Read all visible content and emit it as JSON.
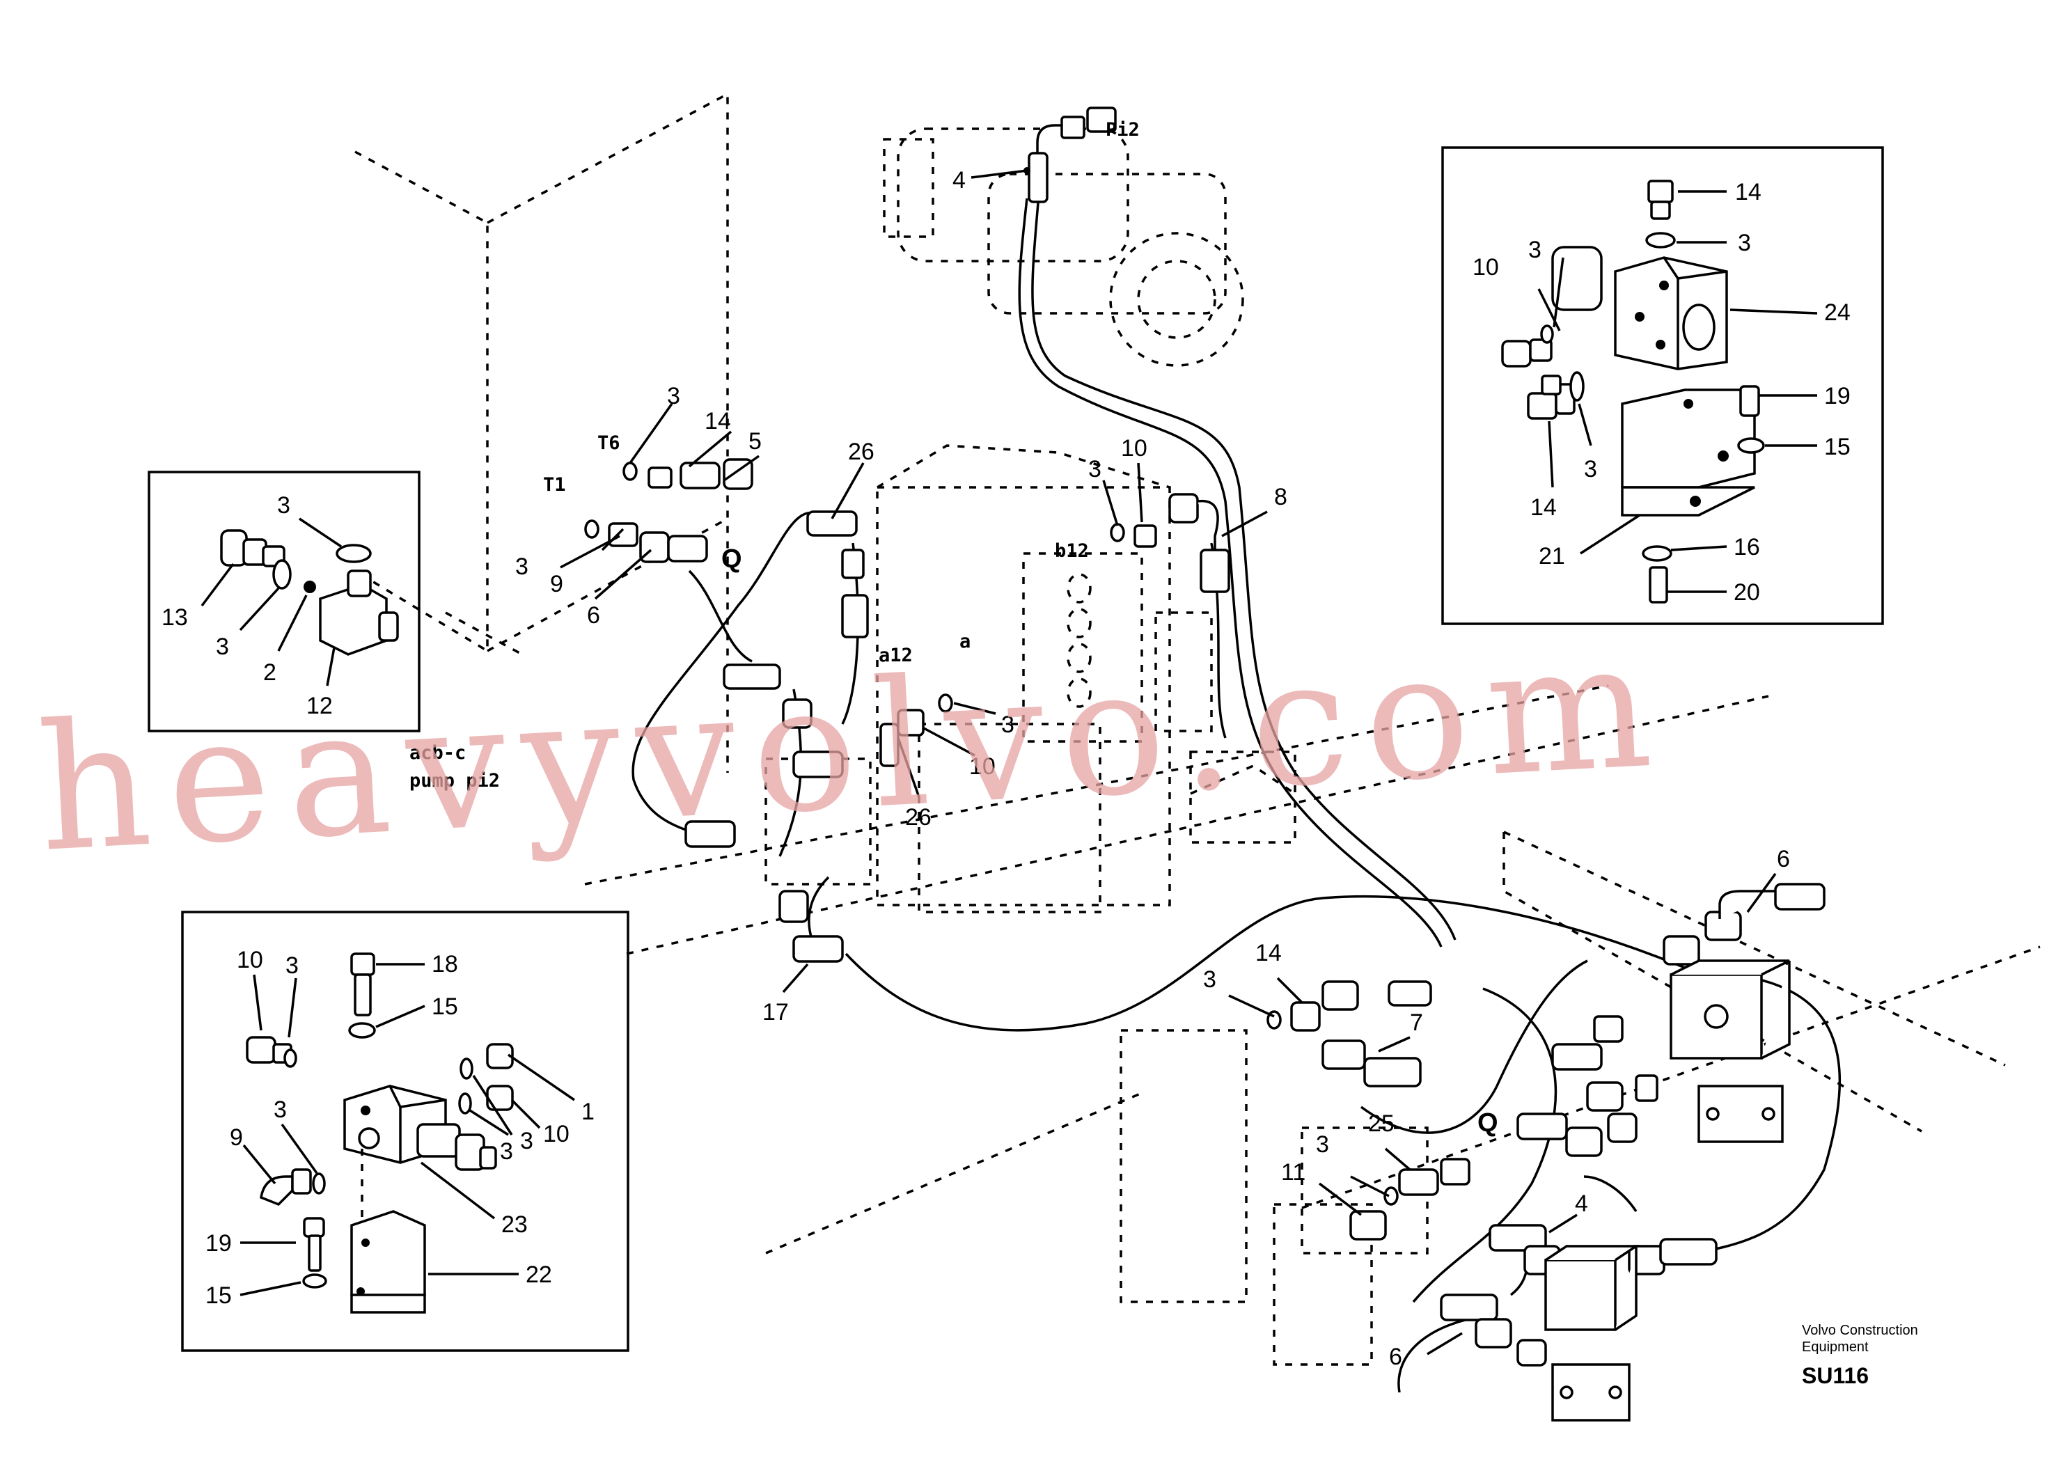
{
  "watermark": "heavyvolvo.com",
  "manufacturer": "Volvo Construction\nEquipment",
  "figure_code": "SU116",
  "port_labels": {
    "pi2": "Pi2",
    "t6": "T6",
    "t1": "T1",
    "b12": "b12",
    "a12": "a12",
    "a": "a",
    "acb": "acb-c",
    "pump_pi2": "pump pi2",
    "q_top": "Q",
    "q_right": "Q"
  },
  "callouts": {
    "main": [
      "4",
      "3",
      "14",
      "5",
      "3",
      "9",
      "6",
      "26",
      "3",
      "10",
      "8",
      "3",
      "10",
      "26",
      "17",
      "3",
      "14",
      "7",
      "6",
      "3",
      "25",
      "11",
      "4",
      "6"
    ],
    "inset_top_right": [
      "14",
      "3",
      "10",
      "3",
      "24",
      "19",
      "15",
      "3",
      "14",
      "21",
      "16",
      "20"
    ],
    "inset_left": [
      "3",
      "13",
      "3",
      "2",
      "12"
    ],
    "inset_bottom_left": [
      "10",
      "3",
      "18",
      "15",
      "1",
      "3",
      "3",
      "10",
      "3",
      "9",
      "23",
      "19",
      "22",
      "15"
    ]
  }
}
